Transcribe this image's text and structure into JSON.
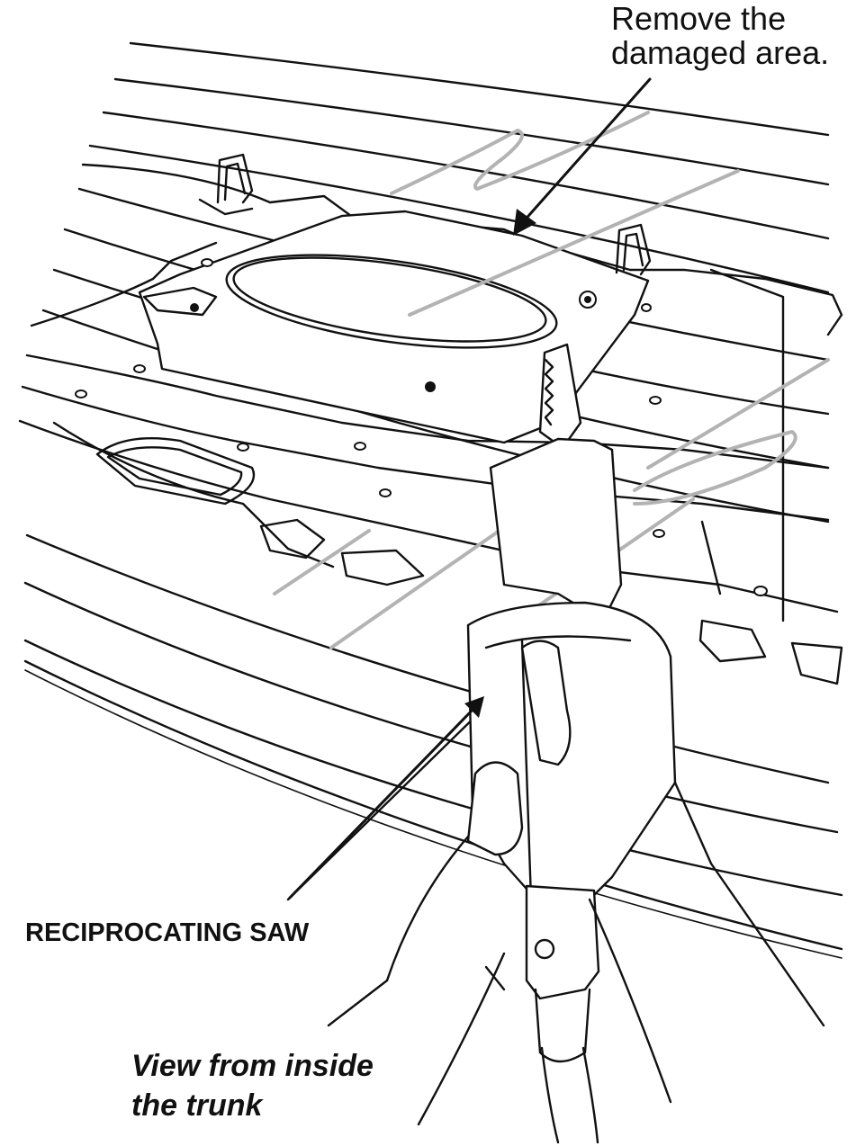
{
  "illustration": {
    "callouts": {
      "remove_line1": "Remove the",
      "remove_line2": "damaged area.",
      "tool": "RECIPROCATING SAW",
      "view_line1": "View from inside",
      "view_line2": "the trunk"
    },
    "colors": {
      "ink": "#111111",
      "marking": "#b3b3b3",
      "background": "#ffffff"
    },
    "icons": [
      "reciprocating-saw",
      "hand"
    ]
  }
}
